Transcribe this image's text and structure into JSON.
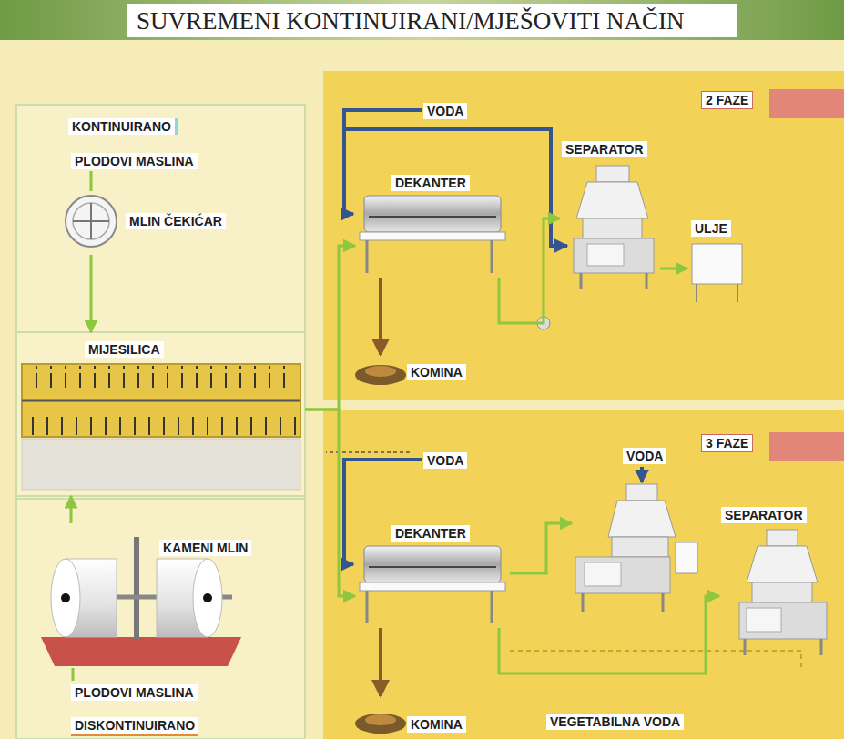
{
  "diagram": {
    "title": "SUVREMENI KONTINUIRANI/MJEŠOVITI NAČIN",
    "nodes": [
      {
        "text": [
          "2 FAZE"
        ]
      },
      {
        "text": [
          "3 FAZE"
        ]
      },
      {
        "text": [
          "KONTINUIRANO"
        ]
      },
      {
        "text": [
          "MIJESILICA"
        ]
      },
      {
        "text": [
          "DISKONTINUIRANO"
        ]
      },
      {
        "text": [
          "MLIN ČEKIĆAR"
        ],
        "in": 2
      },
      {
        "text": [
          "KAMENI MLIN"
        ],
        "in": 4
      },
      {
        "text": [
          "DEKANTER"
        ],
        "in": 0
      },
      {
        "text": [
          "SEPARATOR"
        ],
        "in": 0
      },
      {
        "text": [
          "ULJE"
        ],
        "in": 0
      },
      {
        "text": [
          "KOMINA"
        ],
        "in": 0
      },
      {
        "text": [
          "DEKANTER"
        ],
        "in": 1
      },
      {
        "text": [
          "SEPARATOR"
        ],
        "in": 1
      },
      {
        "text": [
          "KOMINA"
        ],
        "in": 1
      }
    ],
    "edges": [
      {
        "from": 5,
        "to": 3,
        "arrow": "to"
      },
      {
        "from": 6,
        "to": 3,
        "arrow": "to"
      },
      {
        "from": 3,
        "to": 7,
        "arrow": "to"
      },
      {
        "from": 3,
        "to": 11,
        "arrow": "to"
      },
      {
        "from": 7,
        "to": 10,
        "arrow": "to"
      },
      {
        "from": 7,
        "to": 8,
        "arrow": "to"
      },
      {
        "from": 8,
        "to": 9,
        "arrow": "to"
      },
      {
        "from": 11,
        "to": 13,
        "arrow": "to"
      },
      {
        "from": 11,
        "to": 12,
        "arrow": "to"
      }
    ],
    "labels": [
      "PLODOVI MASLINA",
      "VODA",
      "VODA",
      "VODA",
      "PLODOVI MASLINA",
      "VEGETABILNA VODA"
    ]
  }
}
